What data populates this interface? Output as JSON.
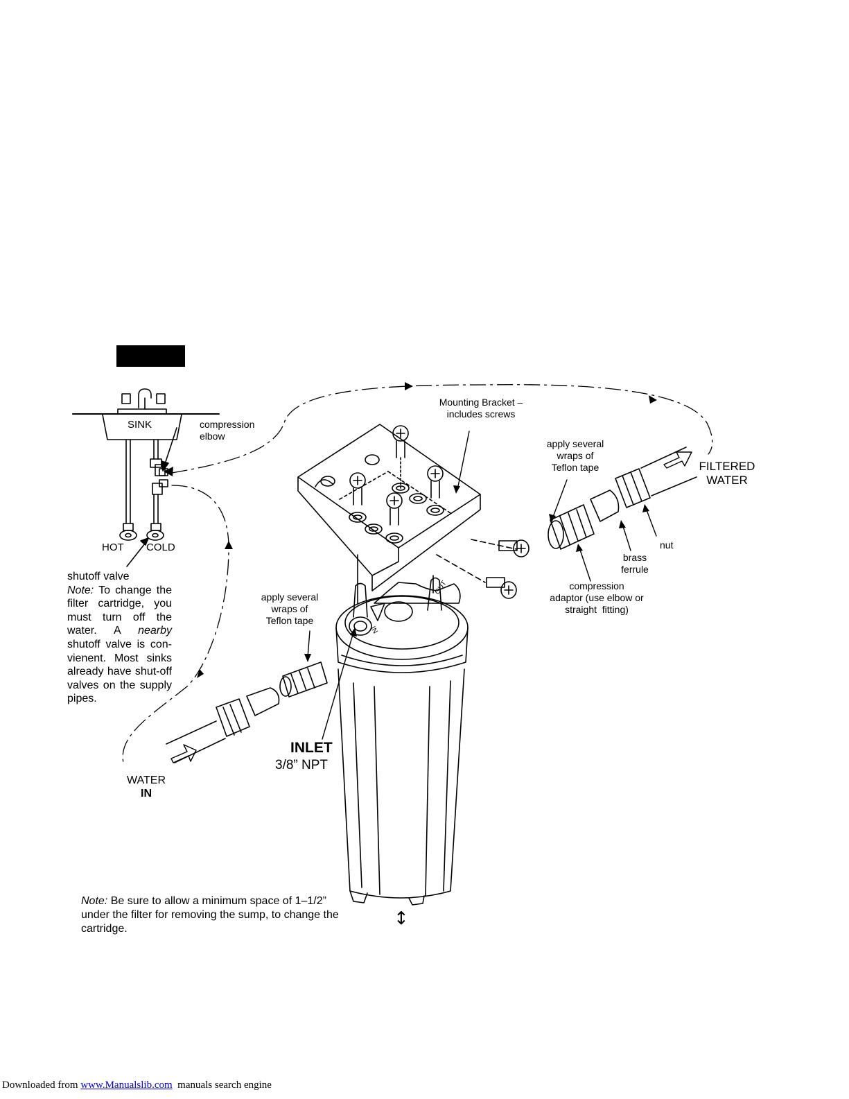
{
  "labels": {
    "sink": "SINK",
    "compression_elbow": [
      "compression",
      "elbow"
    ],
    "hot": "HOT",
    "cold": "COLD",
    "mounting_bracket": [
      "Mounting Bracket –",
      "includes screws"
    ],
    "teflon_right": [
      "apply several",
      "wraps of",
      "Teflon tape"
    ],
    "teflon_left": [
      "apply several",
      "wraps of",
      "Teflon tape"
    ],
    "filtered_water": [
      "FILTERED",
      "WATER"
    ],
    "nut": "nut",
    "brass_ferrule": [
      "brass",
      "ferrule"
    ],
    "compression_adaptor": [
      "compression",
      "adaptor (use elbow or",
      "straight  fitting)"
    ],
    "inlet": "INLET",
    "inlet_size": "3/8” NPT",
    "water_in": [
      "WATER",
      "IN"
    ],
    "in_mark": "IN",
    "out_mark": "OUT",
    "updown_arrow": "↕"
  },
  "shutoff_note": {
    "heading": "shutoff valve",
    "note_label": "Note:",
    "text_1": " To change the filter cartridge, you must turn off the water. A ",
    "emphasis": "nearby",
    "text_2": " shutoff valve is con-vienent. Most sinks already have shut-off valves on the supply pipes."
  },
  "bottom_note": {
    "note_label": "Note:",
    "text": " Be sure to allow a minimum space of 1–1/2” under the filter for removing the sump, to change the cartridge."
  },
  "footer": {
    "prefix": "Downloaded from ",
    "link": "www.Manualslib.com",
    "suffix": "  manuals search engine"
  }
}
